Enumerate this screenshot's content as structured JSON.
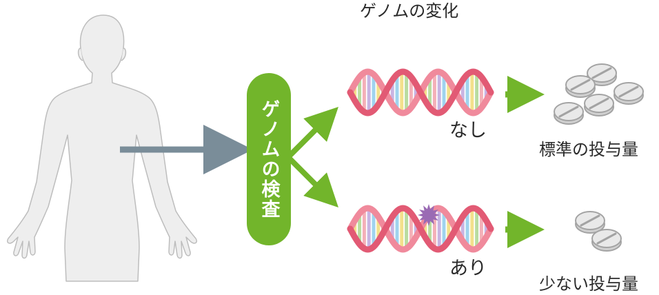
{
  "title": "ゲノムの変化",
  "test_label": "ゲノムの検査",
  "branches": [
    {
      "genome_label": "なし",
      "result_label": "標準の投与量",
      "pill_count": 5,
      "has_mutation": false
    },
    {
      "genome_label": "あり",
      "result_label": "少ない投与量",
      "pill_count": 2,
      "has_mutation": true
    }
  ],
  "colors": {
    "body": "#eeeeee",
    "body_outline": "#bdbdbd",
    "main_arrow": "#7a8d99",
    "test_pill": "#72b52b",
    "green_arrow": "#72b52b",
    "dna_strand": "#e25a74",
    "mutation": "#9a6bb4",
    "pill_fill": "#e9e9e9",
    "pill_outline": "#a3a3a3"
  },
  "icons": [
    "human-body-icon",
    "dna-helix-icon",
    "mutation-burst-icon",
    "pill-icon"
  ]
}
